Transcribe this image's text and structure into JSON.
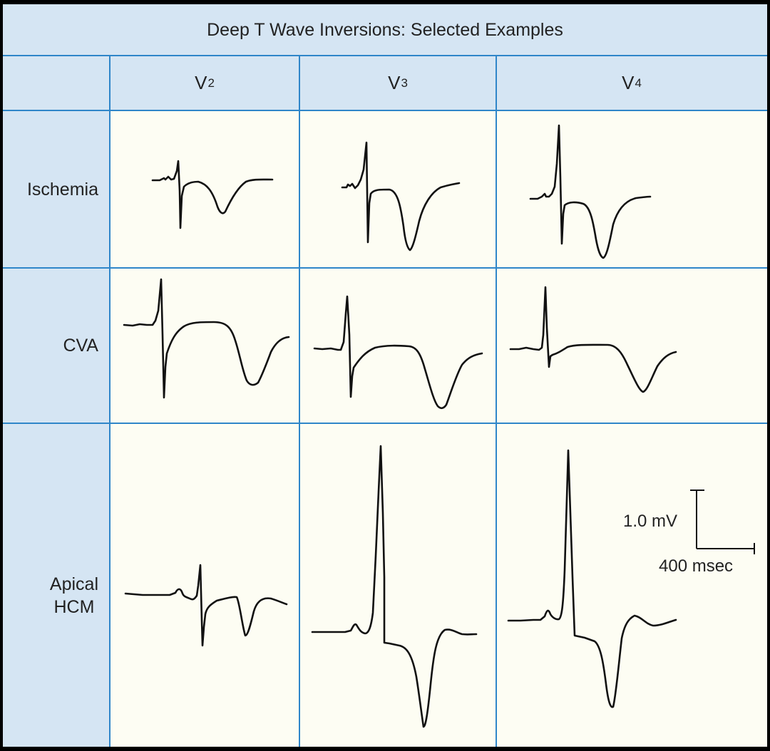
{
  "title": "Deep T Wave Inversions: Selected Examples",
  "columns": [
    {
      "lead": "V",
      "sub": "2"
    },
    {
      "lead": "V",
      "sub": "3"
    },
    {
      "lead": "V",
      "sub": "4"
    }
  ],
  "rows": [
    {
      "label_lines": [
        "Ischemia"
      ]
    },
    {
      "label_lines": [
        "CVA"
      ]
    },
    {
      "label_lines": [
        "Apical",
        "HCM"
      ]
    }
  ],
  "scale_bar": {
    "voltage_label": "1.0 mV",
    "time_label": "400 msec"
  },
  "colors": {
    "header_background": "#d5e5f3",
    "cell_background": "#fdfdf3",
    "grid_line": "#2f86c9",
    "trace": "#111111",
    "outer_border": "#000000"
  }
}
